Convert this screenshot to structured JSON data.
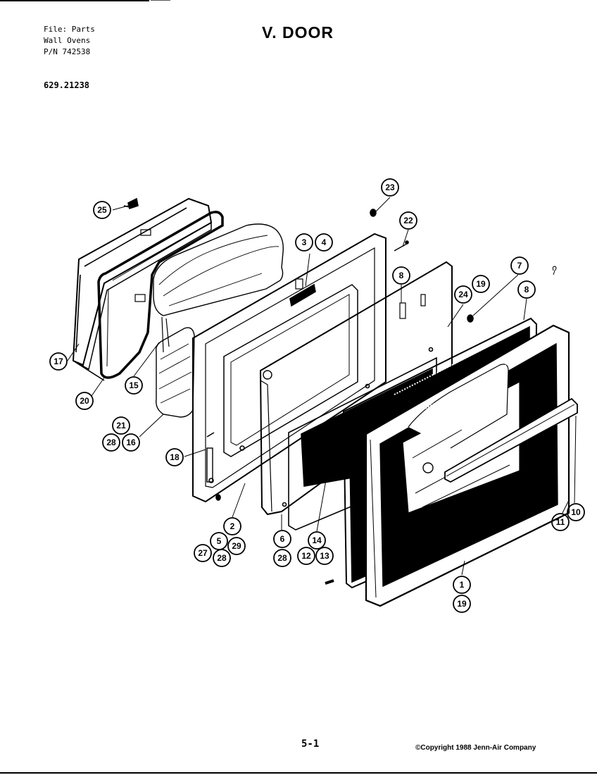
{
  "header": {
    "file_line_1": "File: Parts",
    "file_line_2": "Wall Ovens",
    "file_line_3": "P/N 742538",
    "model_number": "629.21238",
    "title": "V. DOOR"
  },
  "footer": {
    "page_number": "5-1",
    "copyright": "©Copyright 1988 Jenn-Air Company"
  },
  "callouts": [
    {
      "id": "c25",
      "label": "25"
    },
    {
      "id": "c23",
      "label": "23"
    },
    {
      "id": "c22",
      "label": "22"
    },
    {
      "id": "c3",
      "label": "3"
    },
    {
      "id": "c4",
      "label": "4"
    },
    {
      "id": "c8a",
      "label": "8"
    },
    {
      "id": "c7",
      "label": "7"
    },
    {
      "id": "c24",
      "label": "24"
    },
    {
      "id": "c19a",
      "label": "19"
    },
    {
      "id": "c8b",
      "label": "8"
    },
    {
      "id": "c17",
      "label": "17"
    },
    {
      "id": "c15",
      "label": "15"
    },
    {
      "id": "c20",
      "label": "20"
    },
    {
      "id": "c21",
      "label": "21"
    },
    {
      "id": "c28a",
      "label": "28"
    },
    {
      "id": "c16",
      "label": "16"
    },
    {
      "id": "c18",
      "label": "18"
    },
    {
      "id": "c2",
      "label": "2"
    },
    {
      "id": "c5",
      "label": "5"
    },
    {
      "id": "c29",
      "label": "29"
    },
    {
      "id": "c27",
      "label": "27"
    },
    {
      "id": "c28b",
      "label": "28"
    },
    {
      "id": "c6",
      "label": "6"
    },
    {
      "id": "c28c",
      "label": "28"
    },
    {
      "id": "c14",
      "label": "14"
    },
    {
      "id": "c12",
      "label": "12"
    },
    {
      "id": "c13",
      "label": "13"
    },
    {
      "id": "c11",
      "label": "11"
    },
    {
      "id": "c10",
      "label": "10"
    },
    {
      "id": "c1",
      "label": "1"
    },
    {
      "id": "c19b",
      "label": "19"
    }
  ]
}
